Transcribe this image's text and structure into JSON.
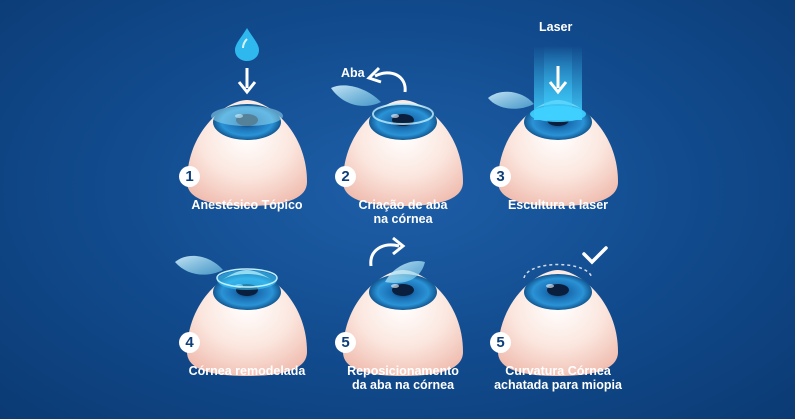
{
  "steps": [
    {
      "number": "1",
      "caption": "Anestésico Tópico"
    },
    {
      "number": "2",
      "caption": "Criação de aba\nna córnea"
    },
    {
      "number": "3",
      "caption": "Escultura a laser"
    },
    {
      "number": "4",
      "caption": "Córnea remodelada"
    },
    {
      "number": "5",
      "caption": "Reposicionamento\nda aba na córnea"
    },
    {
      "number": "5",
      "caption": "Curvatura Córnea\nachatada para miopia"
    }
  ],
  "labels": {
    "flap": "Aba",
    "laser": "Laser"
  },
  "colors": {
    "background": "#114a8c",
    "eye_skin": "#f9dcd2",
    "iris": "#1e7fc4",
    "cornea": "#7fd8ef",
    "laser": "#3fd0ff"
  },
  "icons": [
    "drop-icon",
    "arrow-down-icon",
    "curved-arrow-icon",
    "laser-beam-icon",
    "checkmark-icon"
  ]
}
